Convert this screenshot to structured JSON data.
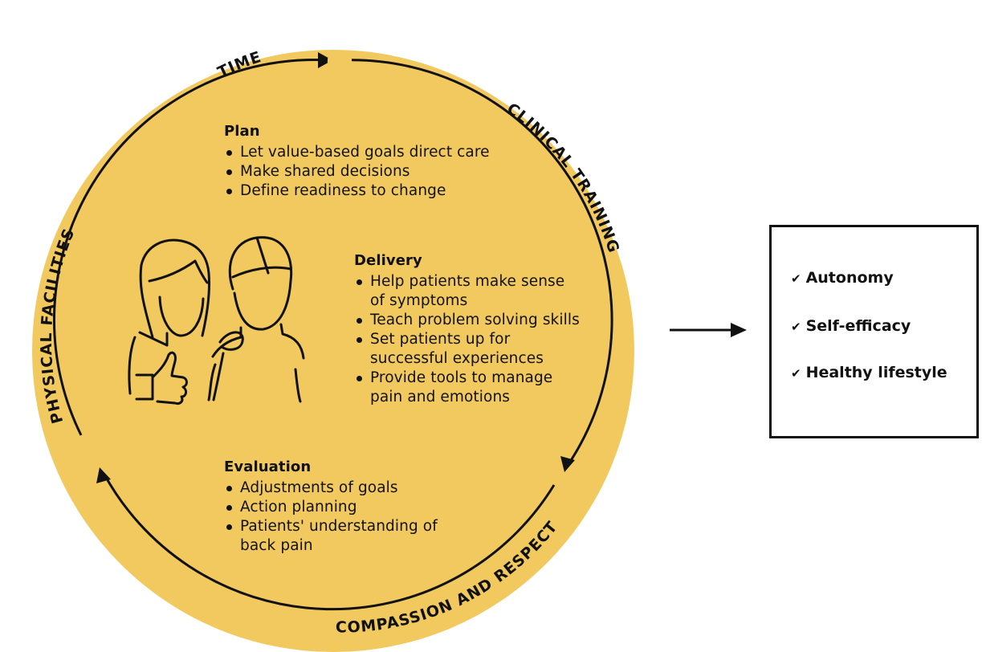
{
  "colors": {
    "circle": "#F1C95E",
    "ink": "#111111"
  },
  "ring_labels": {
    "top": "TIME",
    "right": "CLINICAL TRAINING",
    "bottom": "COMPASSION AND RESPECT",
    "left": "PHYSICAL FACILITIES"
  },
  "sections": {
    "plan": {
      "heading": "Plan",
      "items": [
        "Let value-based goals direct care",
        "Make shared decisions",
        "Define readiness to change"
      ]
    },
    "delivery": {
      "heading": "Delivery",
      "items": [
        "Help patients make sense of symptoms",
        "Teach problem solving skills",
        "Set patients up for successful experiences",
        "Provide tools to manage pain and emotions"
      ]
    },
    "evaluation": {
      "heading": "Evaluation",
      "items": [
        "Adjustments of goals",
        "Action planning",
        "Patients' understanding of back pain"
      ]
    }
  },
  "icons": {
    "people": "two-people-thumbs-up-icon",
    "check": "checkmark-icon"
  },
  "outcomes": {
    "check_glyph": "✔",
    "items": [
      "Autonomy",
      "Self-efficacy",
      "Healthy lifestyle"
    ]
  }
}
